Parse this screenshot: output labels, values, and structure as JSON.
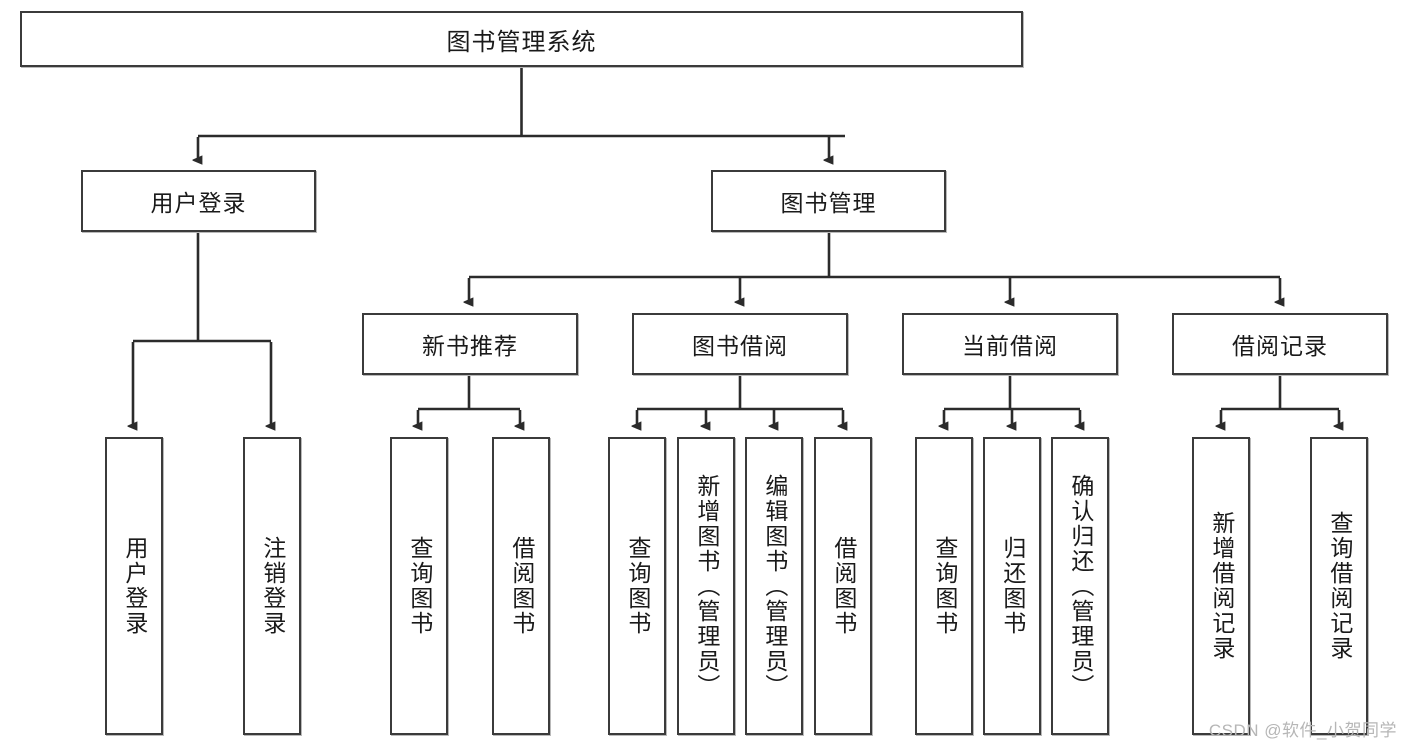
{
  "diagram": {
    "title": "图书管理系统",
    "type": "tree-hierarchy",
    "root": {
      "label": "图书管理系统"
    },
    "level2": [
      {
        "label": "用户登录"
      },
      {
        "label": "图书管理"
      }
    ],
    "level3": [
      {
        "label": "新书推荐"
      },
      {
        "label": "图书借阅"
      },
      {
        "label": "当前借阅"
      },
      {
        "label": "借阅记录"
      }
    ],
    "leaves": {
      "user_login": [
        {
          "label": "用户登录"
        },
        {
          "label": "注销登录"
        }
      ],
      "new_book_recommend": [
        {
          "label": "查询图书"
        },
        {
          "label": "借阅图书"
        }
      ],
      "book_borrow": [
        {
          "label": "查询图书"
        },
        {
          "label": "新增图书（管理员）"
        },
        {
          "label": "编辑图书（管理员）"
        },
        {
          "label": "借阅图书"
        }
      ],
      "current_borrow": [
        {
          "label": "查询图书"
        },
        {
          "label": "归还图书"
        },
        {
          "label": "确认归还（管理员）"
        }
      ],
      "borrow_record": [
        {
          "label": "新增借阅记录"
        },
        {
          "label": "查询借阅记录"
        }
      ]
    }
  },
  "watermark": {
    "text": "CSDN @软件_小贺同学"
  },
  "colors": {
    "box_border": "#3b3b3b",
    "box_fill": "#ffffff",
    "connector": "#2b2b2b",
    "text": "#1a1a1a",
    "watermark": "#b6b6b6"
  }
}
